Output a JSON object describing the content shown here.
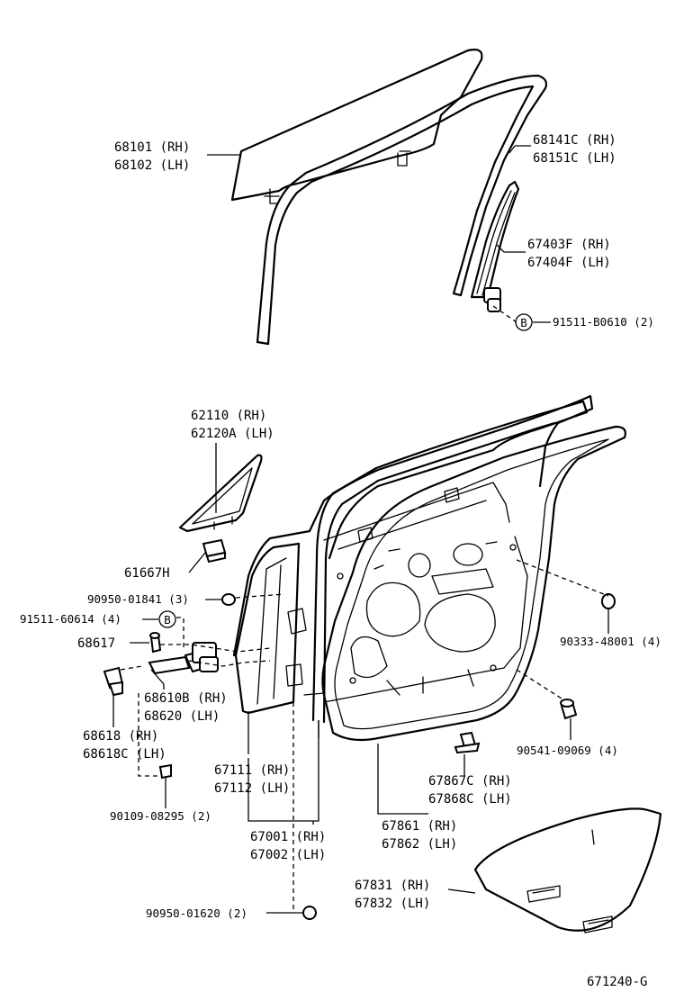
{
  "diagram_code": "671240-G",
  "callout_letter": "B",
  "labels": {
    "glass_rh": "68101 (RH)",
    "glass_lh": "68102 (LH)",
    "run_rh": "68141C (RH)",
    "run_lh": "68151C (LH)",
    "channel_rh": "67403F (RH)",
    "channel_lh": "67404F (LH)",
    "bolt_b_top": "91511-B0610 (2)",
    "quarter_glass_rh": "62110  (RH)",
    "quarter_glass_lh": "62120A (LH)",
    "part_61667h": "61667H",
    "plug_90950_01841": "90950-01841 (3)",
    "bolt_91511_60614": "91511-60614 (4)",
    "part_68617": "68617",
    "check_rh": "68610B (RH)",
    "check_lh": "68620  (LH)",
    "hinge_rh": "68618  (RH)",
    "hinge_lh": "68618C (LH)",
    "bolt_90109": "90109-08295 (2)",
    "panel_rh": "67111 (RH)",
    "panel_lh": "67112 (LH)",
    "door_rh": "67001 (RH)",
    "door_lh": "67002 (LH)",
    "plug_90950_01620": "90950-01620 (2)",
    "plug_90333": "90333-48001 (4)",
    "clip_90541": "90541-09069 (4)",
    "clip_rh": "67867C (RH)",
    "clip_lh": "67868C (LH)",
    "seal_rh": "67861 (RH)",
    "seal_lh": "67862 (LH)",
    "cover_rh": "67831 (RH)",
    "cover_lh": "67832 (LH)"
  }
}
